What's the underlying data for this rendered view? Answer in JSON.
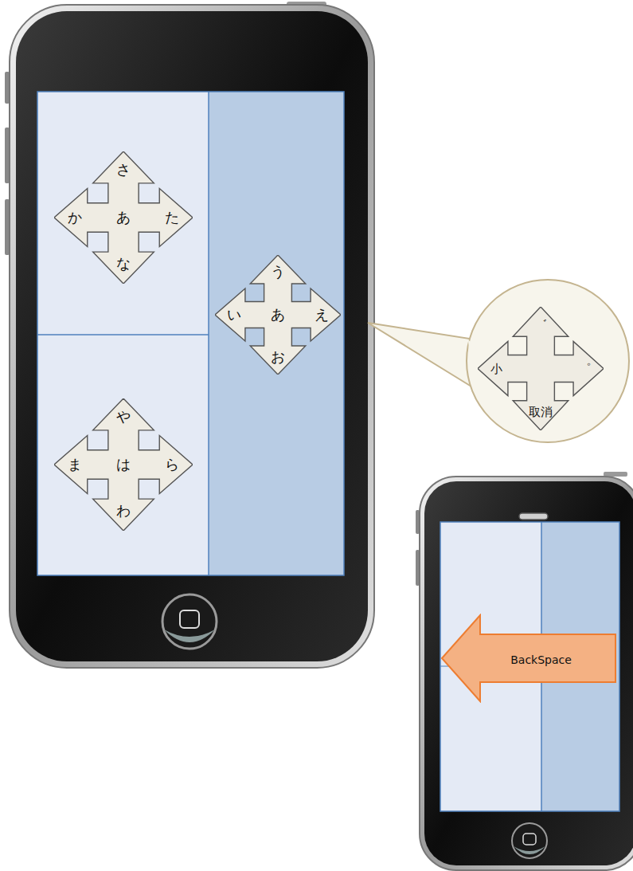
{
  "diagram": {
    "nodes": [
      {
        "text": [
          "さ",
          "か",
          "あ",
          "た",
          "な"
        ]
      },
      {
        "text": [
          "や",
          "ま",
          "は",
          "ら",
          "わ"
        ]
      },
      {
        "text": [
          "う",
          "い",
          "あ",
          "え",
          "お"
        ]
      },
      {
        "text": [
          "゛",
          "小",
          "゜",
          "取消"
        ]
      },
      {
        "text": [
          "BackSpace"
        ]
      }
    ]
  }
}
